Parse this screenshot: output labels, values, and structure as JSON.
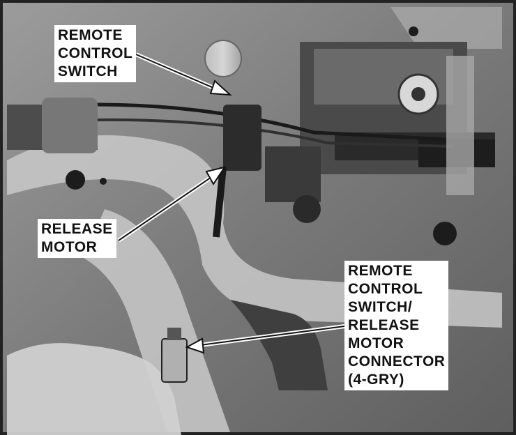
{
  "figure": {
    "callouts": {
      "remote_control_switch": [
        "REMOTE",
        "CONTROL",
        "SWITCH"
      ],
      "release_motor": [
        "RELEASE",
        "MOTOR"
      ],
      "connector": [
        "REMOTE",
        "CONTROL",
        "SWITCH/",
        "RELEASE",
        "MOTOR",
        "CONNECTOR",
        "(4-GRY)"
      ]
    }
  }
}
